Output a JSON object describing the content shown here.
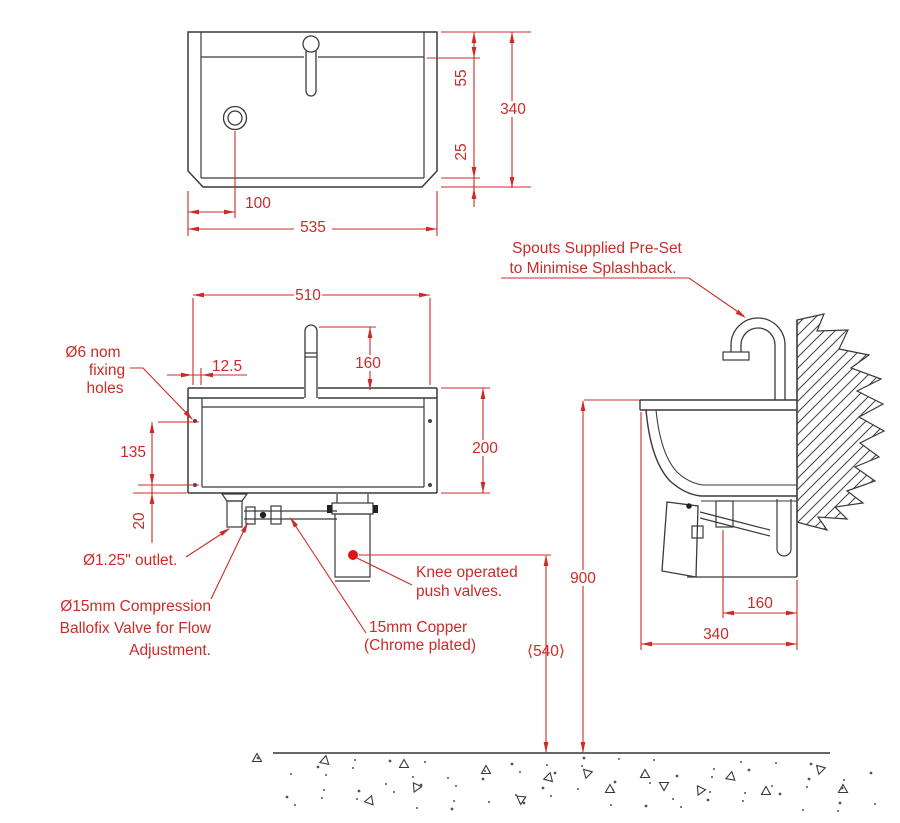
{
  "drawing": {
    "colors": {
      "line": "#3a3a3a",
      "dimension": "#cc2b28",
      "valve_dot": "#dd1515",
      "background": "#ffffff"
    },
    "dimensions": {
      "top_width": "535",
      "top_drain_offset": "100",
      "top_depth": "340",
      "top_back_ledge": "55",
      "top_front_lip": "25",
      "front_width": "510",
      "front_spout_height": "160",
      "front_hole_inset": "12.5",
      "front_hole_spacing": "135",
      "front_bottom_gap": "20",
      "front_height": "200",
      "side_drain_to_wall": "160",
      "side_depth": "340",
      "side_mount_height": "900",
      "side_valve_height": "⟨540⟩"
    },
    "labels": {
      "spout_note_line1": "Spouts Supplied Pre-Set",
      "spout_note_line2": "to Minimise Splashback.",
      "fixing_line1": "Ø6 nom",
      "fixing_line2": "fixing",
      "fixing_line3": "holes",
      "outlet": "Ø1.25\" outlet.",
      "ballofix_line1": "Ø15mm Compression",
      "ballofix_line2": "Ballofix Valve for Flow",
      "ballofix_line3": "Adjustment.",
      "copper_line1": "15mm Copper",
      "copper_line2": "(Chrome plated)",
      "knee_line1": "Knee operated",
      "knee_line2": "push valves."
    }
  }
}
